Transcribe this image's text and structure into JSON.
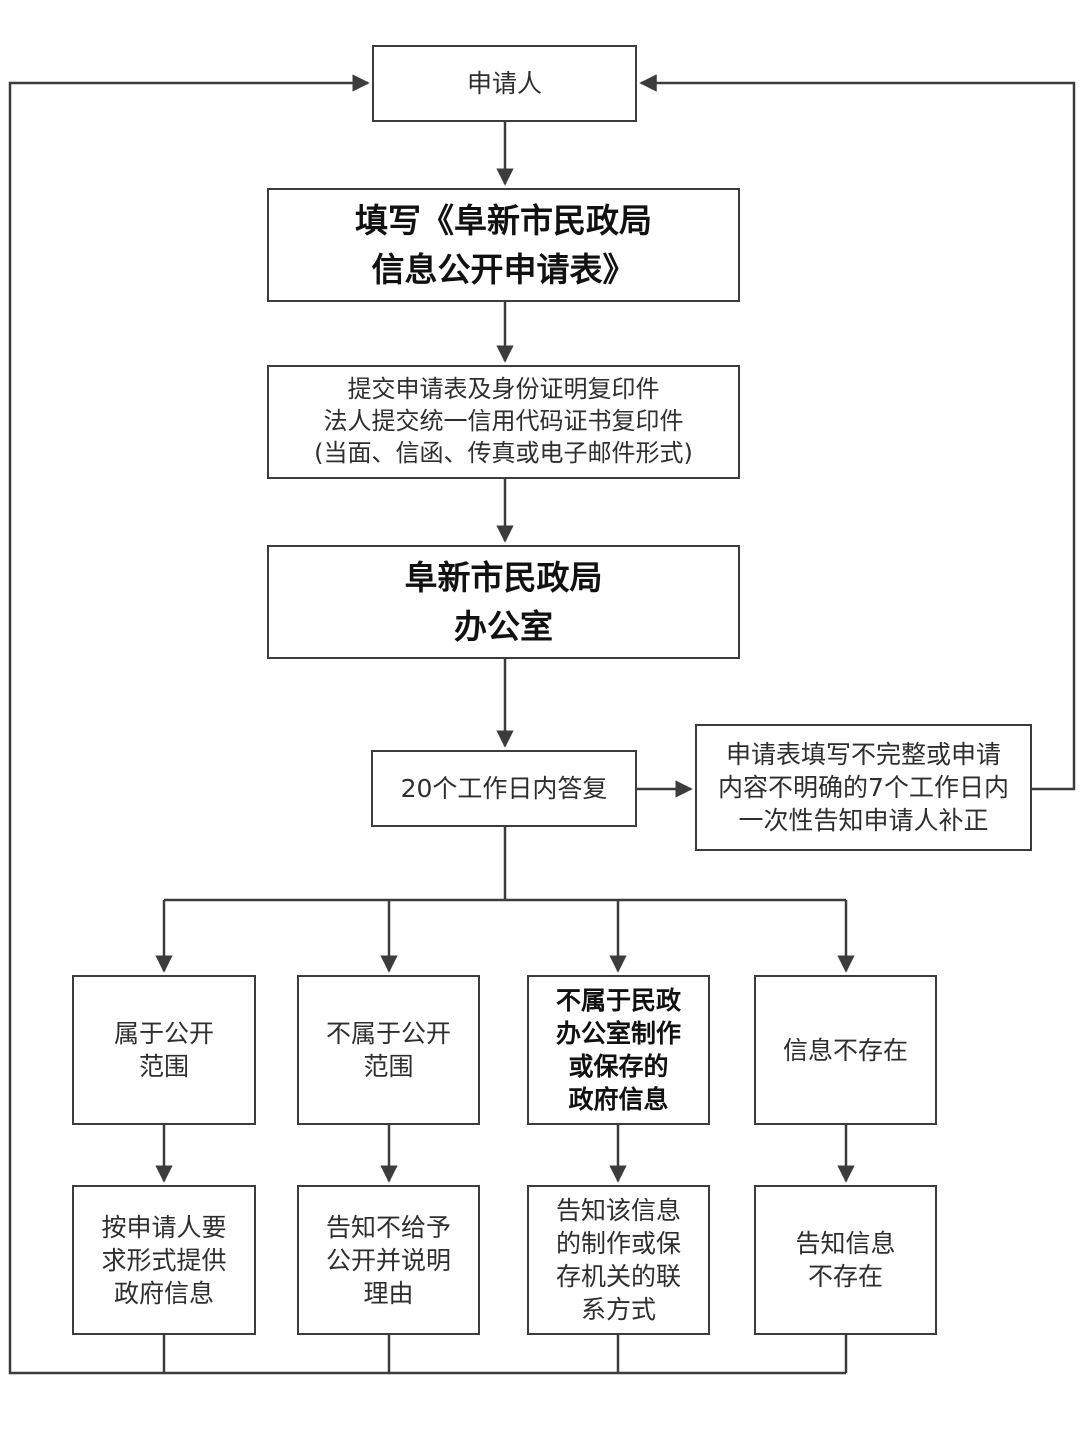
{
  "nodes": {
    "applicant": "申请人",
    "fill_form": [
      "填写《阜新市民政局",
      "信息公开申请表》"
    ],
    "submit_docs": [
      "提交申请表及身份证明复印件",
      "法人提交统一信用代码证书复印件",
      "(当面、信函、传真或电子邮件形式)"
    ],
    "office": [
      "阜新市民政局",
      "办公室"
    ],
    "reply": "20个工作日内答复",
    "notify_supplement": [
      "申请表填写不完整或申请",
      "内容不明确的7个工作日内",
      "一次性告知申请人补正"
    ],
    "branches": [
      [
        "属于公开",
        "范围"
      ],
      [
        "不属于公开",
        "范围"
      ],
      [
        "不属于民政",
        "办公室制作",
        "或保存的",
        "政府信息"
      ],
      [
        "信息不存在"
      ]
    ],
    "results": [
      [
        "按申请人要",
        "求形式提供",
        "政府信息"
      ],
      [
        "告知不给予",
        "公开并说明",
        "理由"
      ],
      [
        "告知该信息",
        "的制作或保",
        "存机关的联",
        "系方式"
      ],
      [
        "告知信息",
        "不存在"
      ]
    ]
  },
  "colors": {
    "line": "#3c3c3c",
    "text": "#2e2e2e"
  }
}
